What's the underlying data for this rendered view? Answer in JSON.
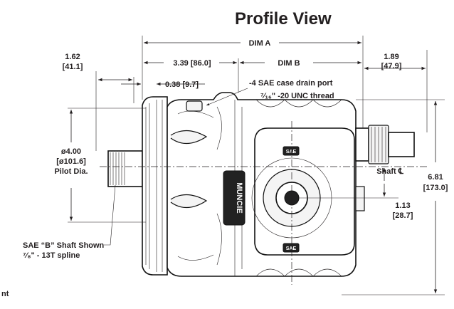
{
  "title": "Profile View",
  "dims": {
    "dim_a": "DIM A",
    "dim_b": "DIM B",
    "d1_in": "1.62",
    "d1_mm": "[41.1]",
    "d2": "3.39 [86.0]",
    "d3": "0.38 [9.7]",
    "d4_in": "1.89",
    "d4_mm": "[47.9]",
    "pilot_in": "ø4.00",
    "pilot_mm": "[ø101.6]",
    "pilot_label": "Pilot Dia.",
    "height_in": "6.81",
    "height_mm": "[173.0]",
    "offset_in": "1.13",
    "offset_mm": "[28.7]",
    "shaft_cl": "Shaft ℄"
  },
  "notes": {
    "drain_1": "-4 SAE case drain port",
    "drain_2": "⁷⁄₁₆\" -20 UNC thread",
    "shaft_1": "SAE “B” Shaft Shown",
    "shaft_2": "⁷⁄₈\" - 13T spline",
    "cut_text": "nt"
  },
  "pump_marks": {
    "brand": "MUNCIE",
    "sae_top": "SAE",
    "sae_bottom": "SAE"
  }
}
